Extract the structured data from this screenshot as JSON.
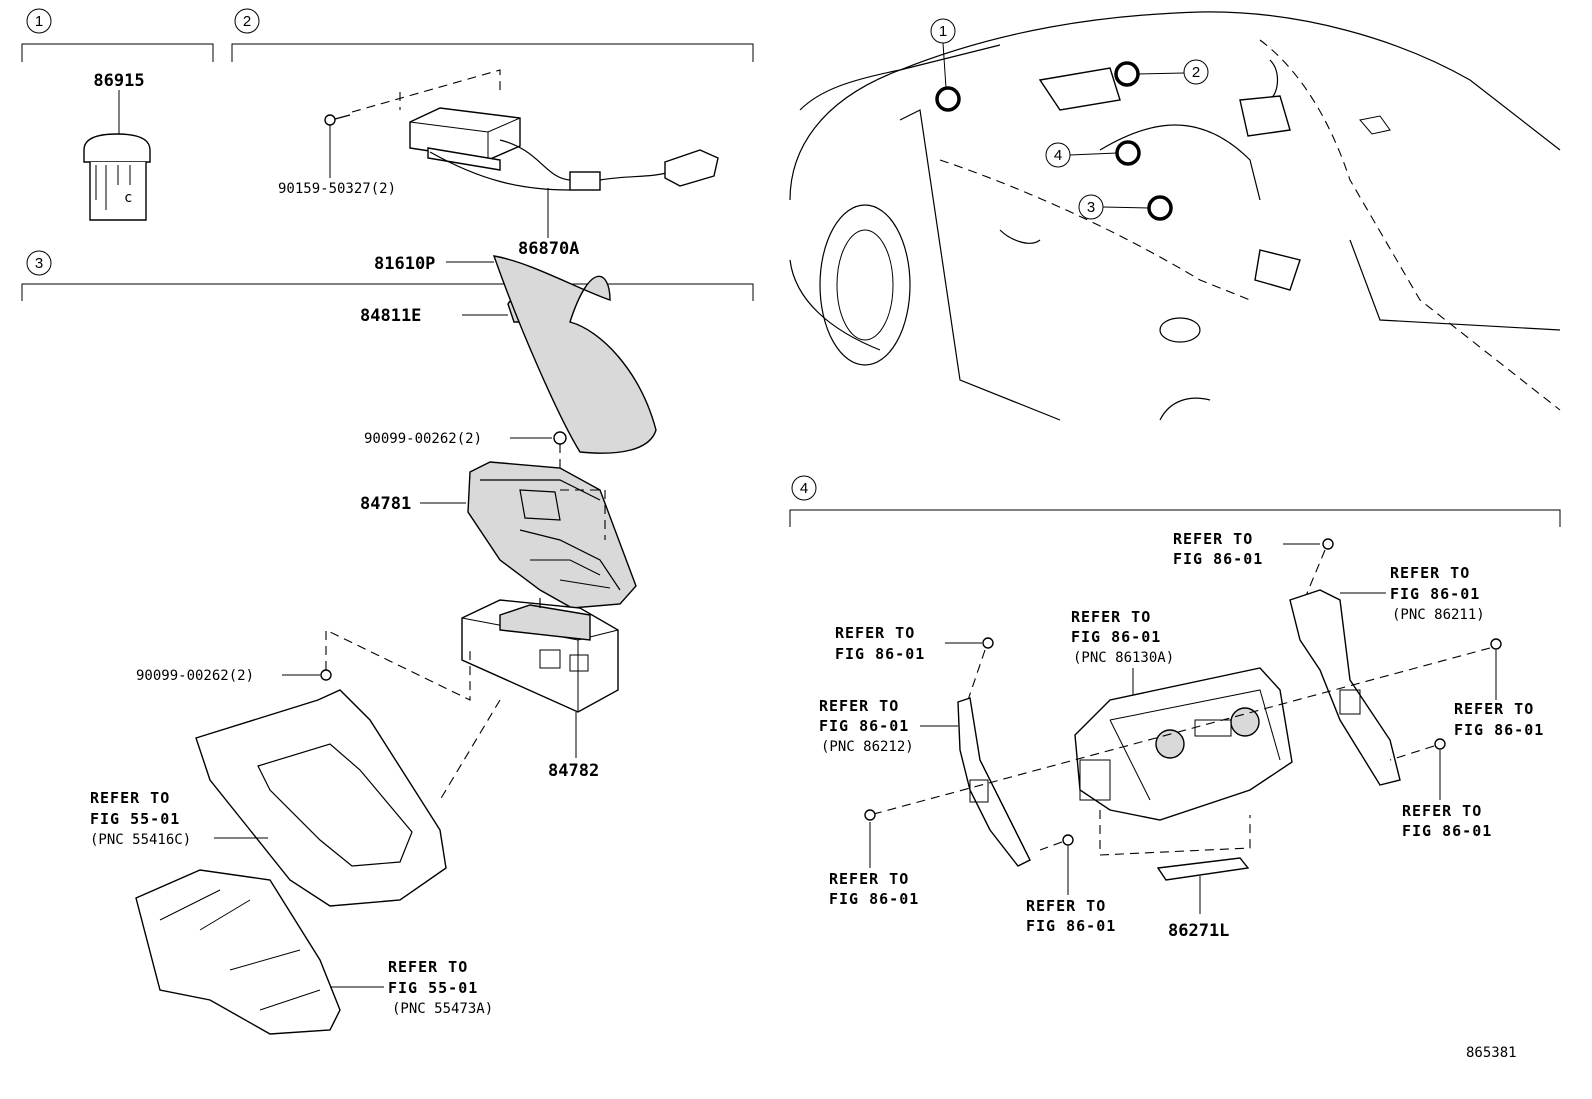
{
  "diagram_id": "865381",
  "sections": [
    {
      "number": "1",
      "parts": [
        "86915"
      ]
    },
    {
      "number": "2",
      "parts": [
        "90159-50327(2)",
        "86870A"
      ]
    },
    {
      "number": "3",
      "parts": [
        "84811E",
        "81610P",
        "90099-00262(2)",
        "84781",
        "90099-00262(2)",
        "84782"
      ],
      "references": [
        {
          "line1": "REFER TO",
          "line2": "FIG 55-01",
          "line3": "(PNC 55416C)"
        },
        {
          "line1": "REFER TO",
          "line2": "FIG 55-01",
          "line3": "(PNC 55473A)"
        }
      ]
    },
    {
      "number": "4",
      "parts": [
        "86271L"
      ],
      "references": [
        {
          "line1": "REFER TO",
          "line2": "FIG 86-01"
        },
        {
          "line1": "REFER TO",
          "line2": "FIG 86-01",
          "line3": "(PNC 86211)"
        },
        {
          "line1": "REFER TO",
          "line2": "FIG 86-01",
          "line3": "(PNC 86130A)"
        },
        {
          "line1": "REFER TO",
          "line2": "FIG 86-01"
        },
        {
          "line1": "REFER TO",
          "line2": "FIG 86-01",
          "line3": "(PNC 86212)"
        },
        {
          "line1": "REFER TO",
          "line2": "FIG 86-01"
        },
        {
          "line1": "REFER TO",
          "line2": "FIG 86-01"
        },
        {
          "line1": "REFER TO",
          "line2": "FIG 86-01"
        },
        {
          "line1": "REFER TO",
          "line2": "FIG 86-01"
        }
      ]
    }
  ],
  "vehicle_callouts": [
    "1",
    "2",
    "4",
    "3"
  ]
}
